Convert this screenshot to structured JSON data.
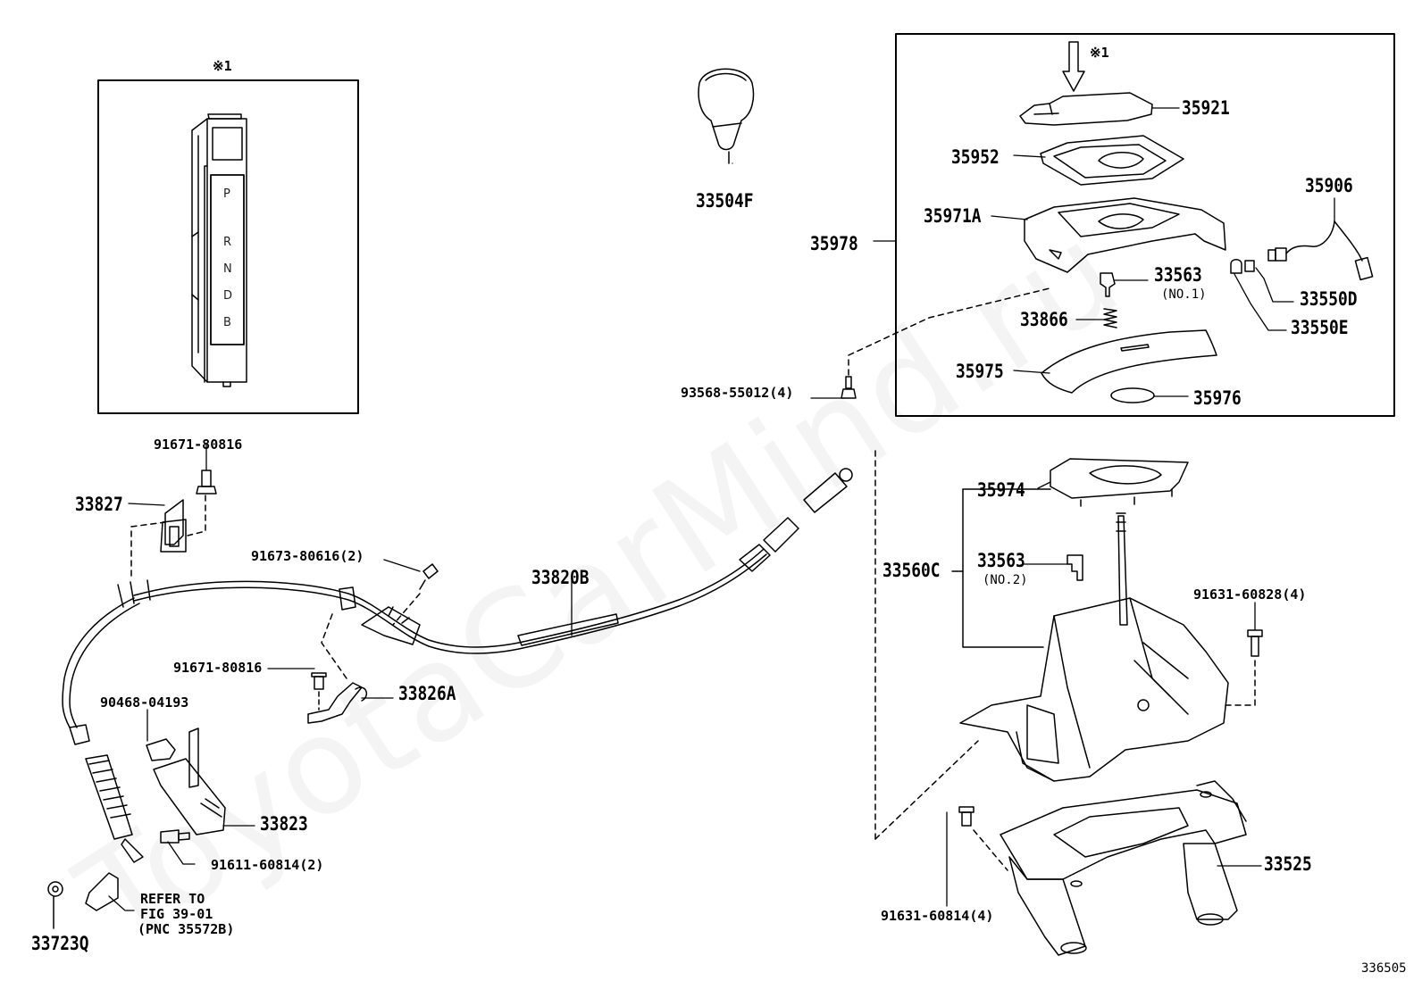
{
  "watermark": "ToyotaCarMind.ru",
  "inset": {
    "marker": "※1",
    "gears": [
      "P",
      "R",
      "N",
      "D",
      "B"
    ]
  },
  "arrow_marker": "※1",
  "figure_number": "336505",
  "labels": {
    "p_33504F": "33504F",
    "p_35921": "35921",
    "p_35952": "35952",
    "p_35906": "35906",
    "p_35971A": "35971A",
    "p_35978": "35978",
    "p_33563_no1": "33563",
    "p_33563_no1_note": "(NO.1)",
    "p_33550D": "33550D",
    "p_33866": "33866",
    "p_33550E": "33550E",
    "p_35975": "35975",
    "p_35976": "35976",
    "p_93568": "93568-55012(4)",
    "p_91671_top": "91671-80816",
    "p_33827": "33827",
    "p_91673": "91673-80616(2)",
    "p_33820B": "33820B",
    "p_35974": "35974",
    "p_33560C": "33560C",
    "p_33563_no2": "33563",
    "p_33563_no2_note": "(NO.2)",
    "p_91631_60828": "91631-60828(4)",
    "p_91671_mid": "91671-80816",
    "p_33826A": "33826A",
    "p_90468": "90468-04193",
    "p_33823": "33823",
    "p_91611": "91611-60814(2)",
    "p_refer1": "REFER TO",
    "p_refer2": "FIG 39-01",
    "p_refer3": "(PNC 35572B)",
    "p_33723Q": "33723Q",
    "p_33525": "33525",
    "p_91631_60814": "91631-60814(4)"
  }
}
